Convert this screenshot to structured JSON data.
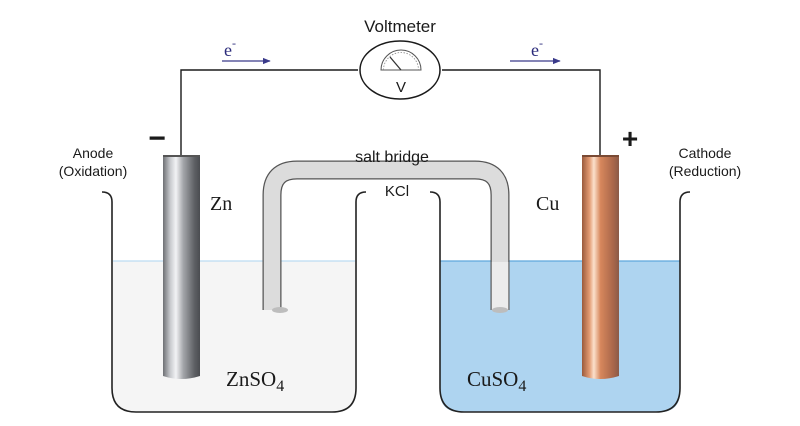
{
  "diagram": {
    "title": "Galvanic cell (Zn–Cu)",
    "voltmeter": {
      "label": "Voltmeter",
      "symbol": "V"
    },
    "electron_flow": [
      {
        "label": "e",
        "superscript": "-",
        "direction": "right"
      },
      {
        "label": "e",
        "superscript": "-",
        "direction": "right"
      }
    ],
    "anode": {
      "sign": "−",
      "role": "Anode",
      "process": "(Oxidation)",
      "electrode": "Zn",
      "solution_base": "ZnSO",
      "solution_sub": "4",
      "electrode_color": "#8a8c90",
      "solution_color": "#f5f5f5"
    },
    "cathode": {
      "sign": "+",
      "role": "Cathode",
      "process": "(Reduction)",
      "electrode": "Cu",
      "solution_base": "CuSO",
      "solution_sub": "4",
      "electrode_color": "#c8784e",
      "solution_color": "#aed4f0"
    },
    "salt_bridge": {
      "label": "salt bridge",
      "electrolyte": "KCl",
      "color": "#d9d9d9"
    },
    "colors": {
      "wire": "#1a1a1a",
      "arrow": "#3a3a8a",
      "liquid_line_left": "#bcdcf2",
      "liquid_line_right": "#5fa8dc"
    }
  }
}
